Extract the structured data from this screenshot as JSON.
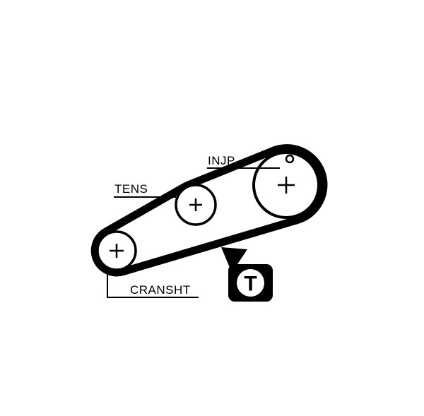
{
  "diagram": {
    "type": "timing-belt-routing",
    "labels": {
      "injection_pump": "INJP",
      "tensioner": "TENS",
      "crankshaft": "CRANSHT"
    },
    "logo": {
      "letter": "T"
    },
    "colors": {
      "line": "#000000",
      "background": "#ffffff"
    }
  }
}
